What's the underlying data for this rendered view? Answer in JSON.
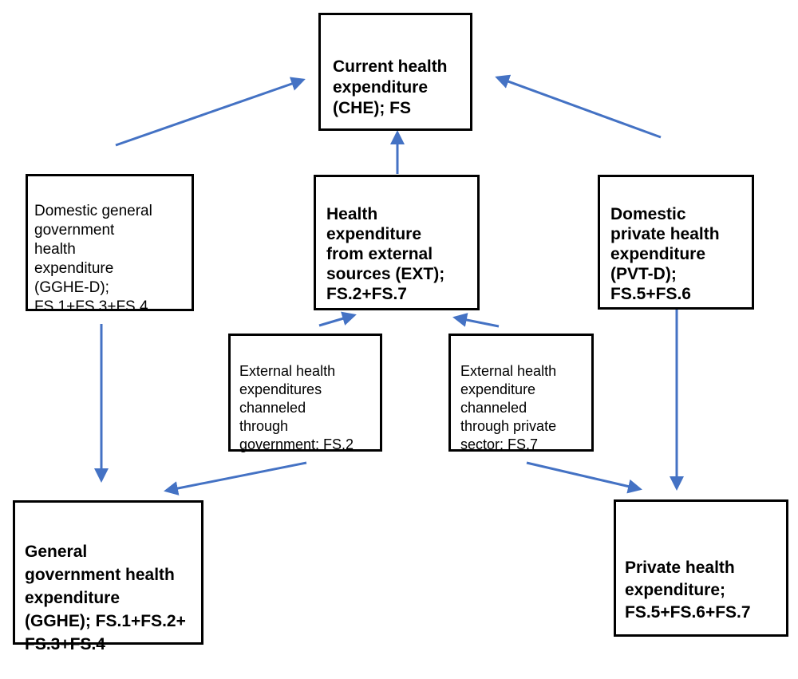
{
  "nodes": {
    "che": {
      "text": "Current health\nexpenditure\n(CHE); FS"
    },
    "ggheD": {
      "text": "Domestic general\ngovernment\nhealth\nexpenditure\n(GGHE-D);\nFS.1+FS.3+FS.4"
    },
    "ext": {
      "text": "Health\nexpenditure\nfrom external\nsources (EXT);\nFS.2+FS.7"
    },
    "pvtD": {
      "text": "Domestic\nprivate health\nexpenditure\n(PVT-D);\nFS.5+FS.6"
    },
    "extGov": {
      "text": "External health\nexpenditures\nchanneled\nthrough\ngovernment; FS.2"
    },
    "extPriv": {
      "text": "External health\nexpenditure\nchanneled\nthrough private\nsector; FS.7"
    },
    "gghe": {
      "text": "General\ngovernment health\nexpenditure\n(GGHE); FS.1+FS.2+\nFS.3+FS.4"
    },
    "pvt": {
      "text": "Private health\nexpenditure;\nFS.5+FS.6+FS.7"
    }
  },
  "colors": {
    "arrow": "#4472C4",
    "border": "#000000"
  }
}
